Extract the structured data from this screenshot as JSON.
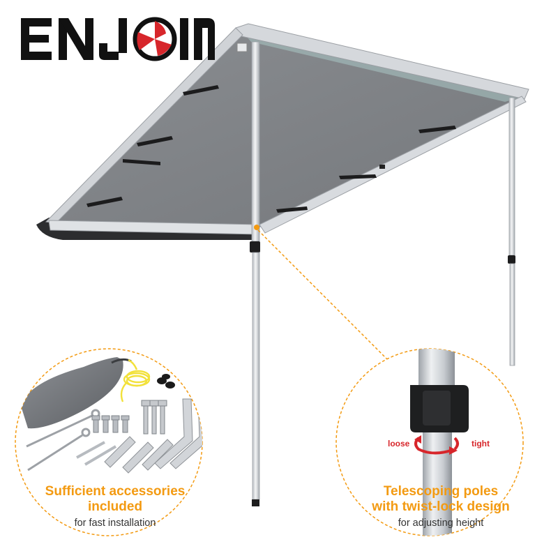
{
  "brand": {
    "name": "ENJOIN"
  },
  "left_callout": {
    "heading_line1": "Sufficient accessories",
    "heading_line2": "included",
    "subtext": "for fast installation"
  },
  "right_callout": {
    "heading_line1": "Telescoping poles",
    "heading_line2": "with twist-lock design",
    "subtext": "for adjusting height",
    "loose_label": "loose",
    "tight_label": "tight"
  },
  "colors": {
    "accent_orange": "#f39a11",
    "logo_black": "#111111",
    "logo_red": "#d7262b",
    "awning_fabric": "#7e8185",
    "aluminum": "#c9ccd0"
  }
}
